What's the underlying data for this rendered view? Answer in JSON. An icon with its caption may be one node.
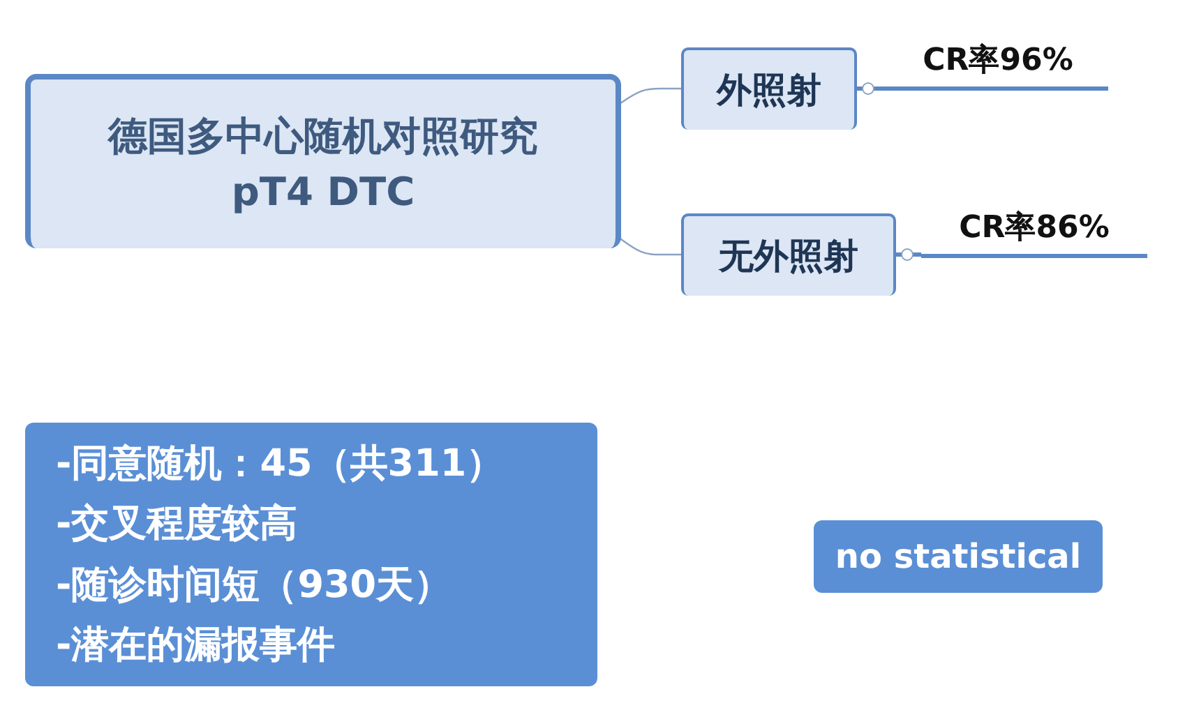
{
  "diagram": {
    "nodes": [
      {
        "text": [
          "德国多中心随机对照研究",
          "pT4 DTC"
        ]
      },
      {
        "text": [
          "外照射"
        ]
      },
      {
        "text": [
          "无外照射"
        ]
      },
      {
        "text": [
          "CR率96%"
        ]
      },
      {
        "text": [
          "CR率86%"
        ]
      },
      {
        "text": [
          "-同意随机：45（共311）",
          "-交叉程度较高",
          "-随诊时间短（930天）",
          "-潜在的漏报事件"
        ]
      },
      {
        "text": [
          "no statistical"
        ]
      }
    ],
    "edges": [
      {
        "from": 0,
        "to": 1,
        "arrow": "none"
      },
      {
        "from": 0,
        "to": 2,
        "arrow": "none"
      },
      {
        "from": 1,
        "to": 3,
        "arrow": "none",
        "style": "thick"
      },
      {
        "from": 2,
        "to": 4,
        "arrow": "none",
        "style": "thick"
      }
    ]
  }
}
